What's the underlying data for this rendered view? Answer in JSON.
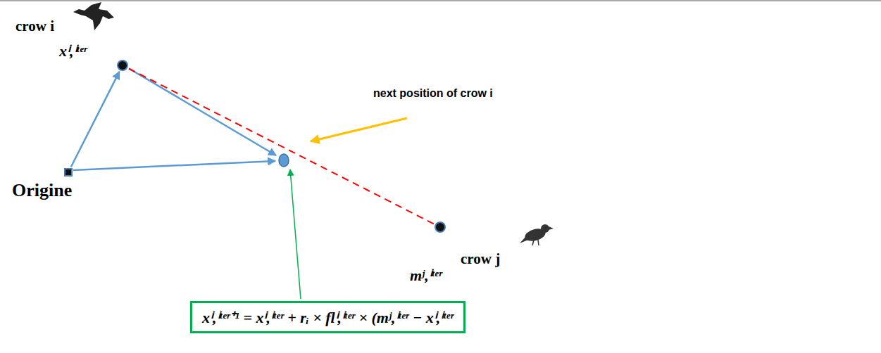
{
  "diagram": {
    "nodes": [
      {
        "text": [
          "crow i",
          "xⁱ,ⁱᵗᵉʳ"
        ]
      },
      {
        "text": [
          "Origine"
        ]
      },
      {
        "text": [
          "crow j",
          "mʲ,ⁱᵗᵉʳ"
        ]
      },
      {
        "text": [
          "xⁱ,ⁱᵗᵉʳ⁺¹ = xⁱ,ⁱᵗᵉʳ + rᵢ × flⁱ,ⁱᵗᵉʳ × (mʲ,ⁱᵗᵉʳ − xⁱ,ⁱᵗᵉʳ"
        ]
      }
    ],
    "edges": [
      {
        "from": 1,
        "to": 0,
        "arrow": "to"
      },
      {
        "from": 0,
        "to": 2,
        "arrow": "none"
      }
    ],
    "labels": [
      "next position of crow i"
    ]
  }
}
